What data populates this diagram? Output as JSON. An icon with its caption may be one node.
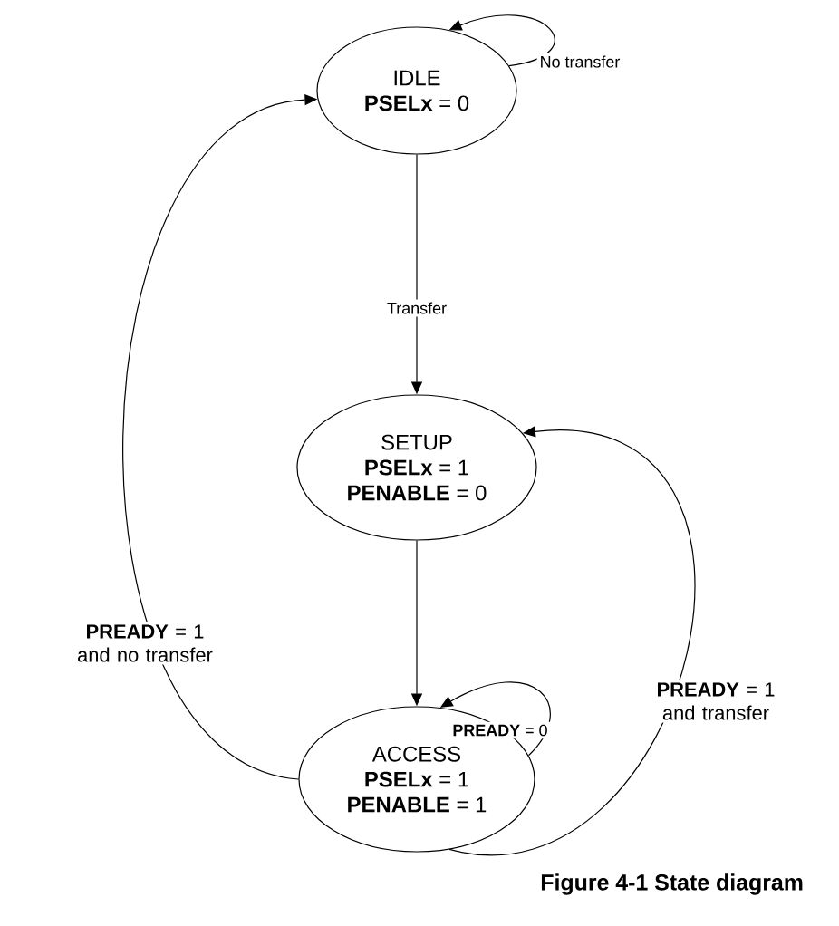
{
  "diagram": {
    "caption": "Figure 4-1 State diagram",
    "nodes": [
      {
        "text": [
          "IDLE",
          "**PSELx** = 0"
        ]
      },
      {
        "text": [
          "SETUP",
          "**PSELx** = 1",
          "**PENABLE** = 0"
        ]
      },
      {
        "text": [
          "ACCESS",
          "**PSELx** = 1",
          "**PENABLE** = 1"
        ]
      }
    ],
    "edges": [
      {
        "from": 0,
        "to": 0,
        "arrow": "to",
        "label": "No transfer"
      },
      {
        "from": 0,
        "to": 1,
        "arrow": "to",
        "label": "Transfer"
      },
      {
        "from": 1,
        "to": 2,
        "arrow": "to"
      },
      {
        "from": 2,
        "to": 2,
        "arrow": "to",
        "label": "**PREADY** = 0"
      },
      {
        "from": 2,
        "to": 1,
        "arrow": "to",
        "label": "**PREADY** = 1 and transfer"
      },
      {
        "from": 2,
        "to": 0,
        "arrow": "to",
        "label": "**PREADY** = 1 and no transfer"
      }
    ]
  }
}
